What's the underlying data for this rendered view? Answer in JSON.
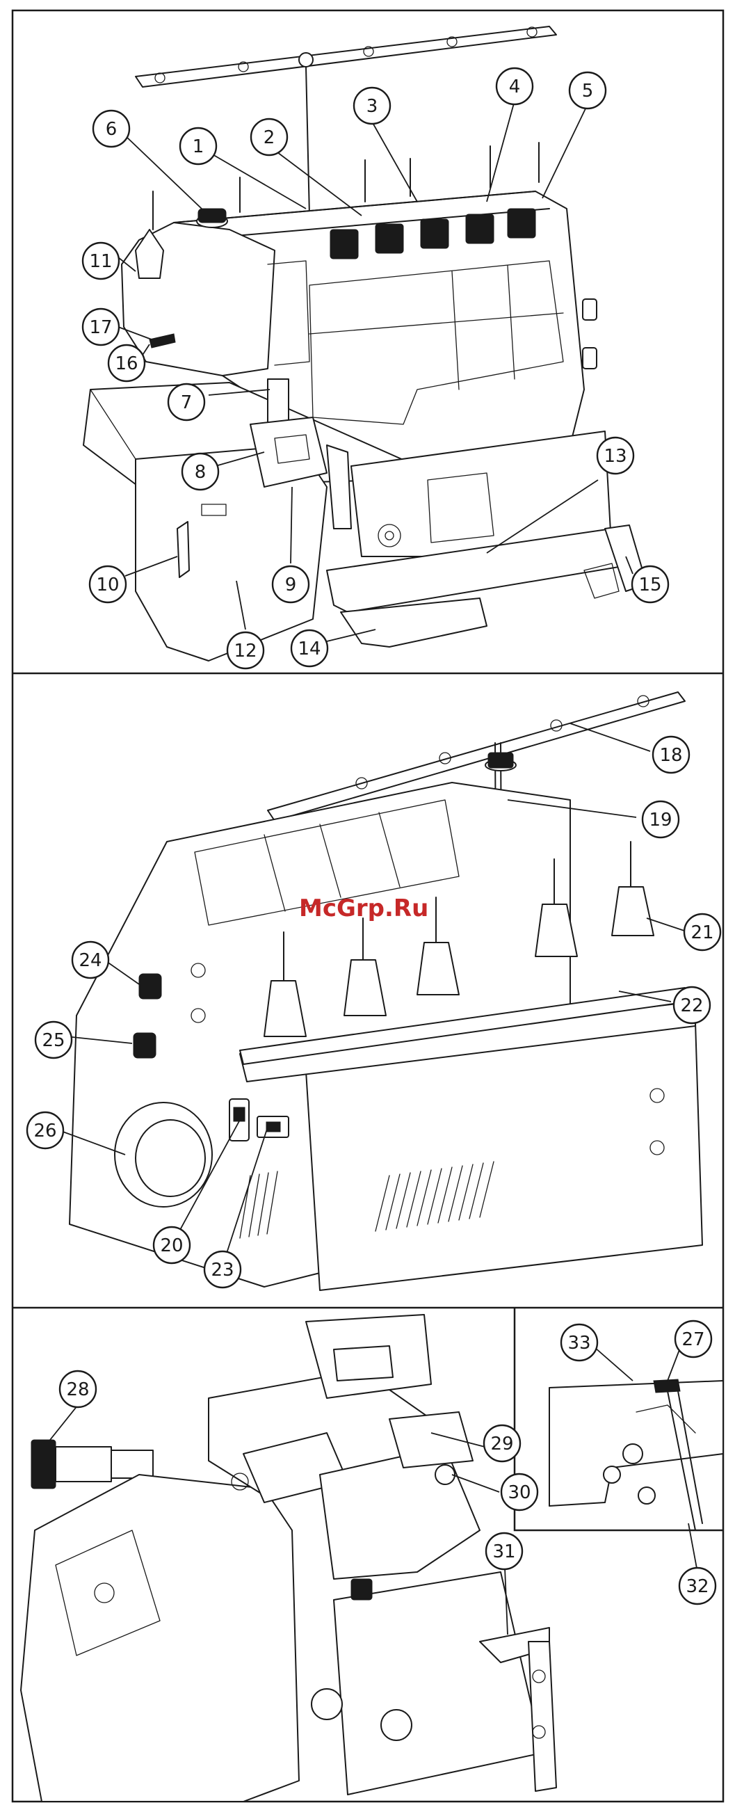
{
  "watermark": "McGrp.Ru",
  "callouts": [
    {
      "id": "1",
      "label": "1"
    },
    {
      "id": "2",
      "label": "2"
    },
    {
      "id": "3",
      "label": "3"
    },
    {
      "id": "4",
      "label": "4"
    },
    {
      "id": "5",
      "label": "5"
    },
    {
      "id": "6",
      "label": "6"
    },
    {
      "id": "7",
      "label": "7"
    },
    {
      "id": "8",
      "label": "8"
    },
    {
      "id": "9",
      "label": "9"
    },
    {
      "id": "10",
      "label": "10"
    },
    {
      "id": "11",
      "label": "11"
    },
    {
      "id": "12",
      "label": "12"
    },
    {
      "id": "13",
      "label": "13"
    },
    {
      "id": "14",
      "label": "14"
    },
    {
      "id": "15",
      "label": "15"
    },
    {
      "id": "16",
      "label": "16"
    },
    {
      "id": "17",
      "label": "17"
    },
    {
      "id": "18",
      "label": "18"
    },
    {
      "id": "19",
      "label": "19"
    },
    {
      "id": "20",
      "label": "20"
    },
    {
      "id": "21",
      "label": "21"
    },
    {
      "id": "22",
      "label": "22"
    },
    {
      "id": "23",
      "label": "23"
    },
    {
      "id": "24",
      "label": "24"
    },
    {
      "id": "25",
      "label": "25"
    },
    {
      "id": "26",
      "label": "26"
    },
    {
      "id": "27",
      "label": "27"
    },
    {
      "id": "28",
      "label": "28"
    },
    {
      "id": "29",
      "label": "29"
    },
    {
      "id": "30",
      "label": "30"
    },
    {
      "id": "31",
      "label": "31"
    },
    {
      "id": "32",
      "label": "32"
    },
    {
      "id": "33",
      "label": "33"
    }
  ]
}
